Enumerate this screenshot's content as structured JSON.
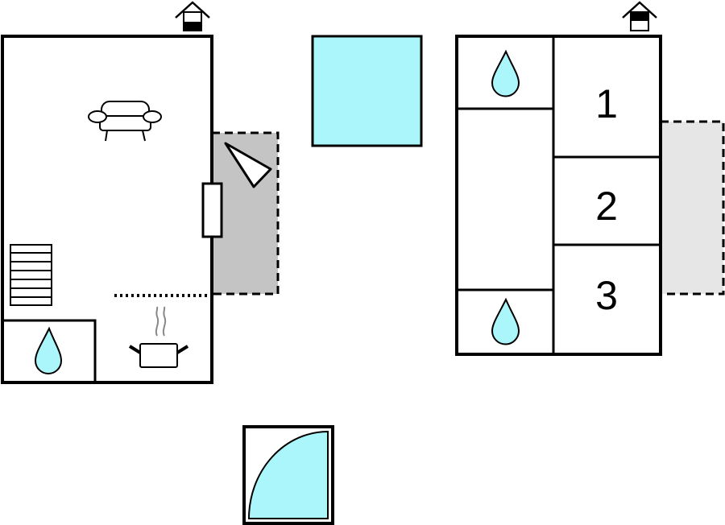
{
  "colors": {
    "wall": "#000000",
    "water": "#aaf6fa",
    "terrace_dark": "#c4c4c4",
    "terrace_light": "#e6e6e6",
    "steam": "#888888",
    "background": "#ffffff"
  },
  "icons": [
    "house-level-ground-icon",
    "house-level-upper-icon",
    "sofa-icon",
    "stairs-icon",
    "water-drop-icon",
    "cooking-pot-icon",
    "parasol-icon",
    "pool-icon",
    "quarter-circle-pool-icon"
  ],
  "bedrooms": {
    "first": "1",
    "second": "2",
    "third": "3"
  }
}
